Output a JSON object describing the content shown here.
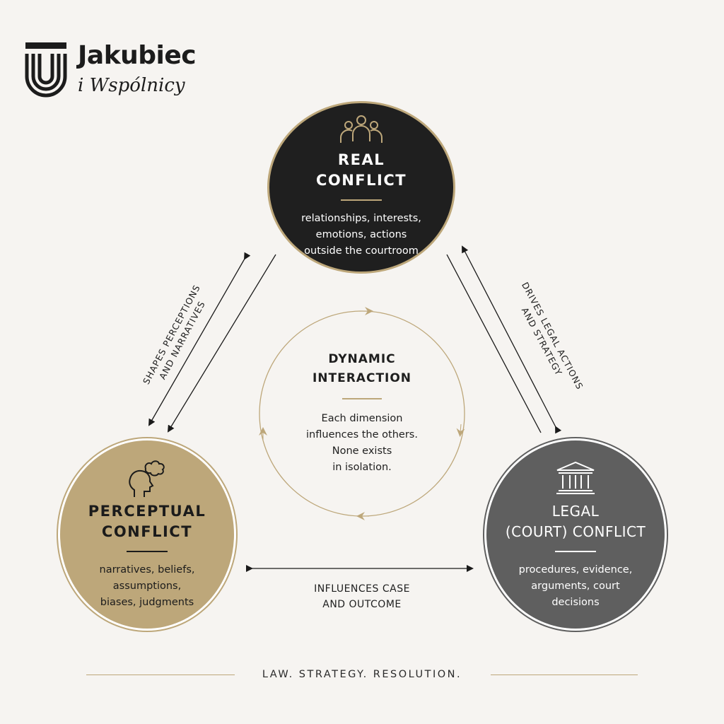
{
  "brand": {
    "name": "Jakubiec",
    "subtitle": "i Wspólnicy"
  },
  "nodes": {
    "real": {
      "title_line1": "REAL",
      "title_line2": "CONFLICT",
      "desc_line1": "relationships, interests,",
      "desc_line2": "emotions, actions",
      "desc_line3": "outside the courtroom",
      "icon": "people-group-icon"
    },
    "perceptual": {
      "title_line1": "PERCEPTUAL",
      "title_line2": "CONFLICT",
      "desc_line1": "narratives, beliefs,",
      "desc_line2": "assumptions,",
      "desc_line3": "biases, judgments",
      "icon": "head-thought-icon"
    },
    "legal": {
      "title_line1": "LEGAL",
      "title_line2": "(COURT) CONFLICT",
      "desc_line1": "procedures, evidence,",
      "desc_line2": "arguments, court",
      "desc_line3": "decisions",
      "icon": "courthouse-icon"
    }
  },
  "center": {
    "title_line1": "DYNAMIC",
    "title_line2": "INTERACTION",
    "desc_line1": "Each dimension",
    "desc_line2": "influences the others.",
    "desc_line3": "None exists",
    "desc_line4": "in isolation."
  },
  "edges": {
    "left_line1": "SHAPES PERCEPTIONS",
    "left_line2": "AND NARRATIVES",
    "right_line1": "DRIVES LEGAL ACTIONS",
    "right_line2": "AND STRATEGY",
    "bottom_line1": "INFLUENCES CASE",
    "bottom_line2": "AND OUTCOME"
  },
  "footer": {
    "tagline": "LAW. STRATEGY. RESOLUTION."
  },
  "colors": {
    "gold": "#bda77a",
    "dark": "#1f1f1f",
    "gray": "#5f5f5f",
    "background": "#f6f4f1"
  }
}
